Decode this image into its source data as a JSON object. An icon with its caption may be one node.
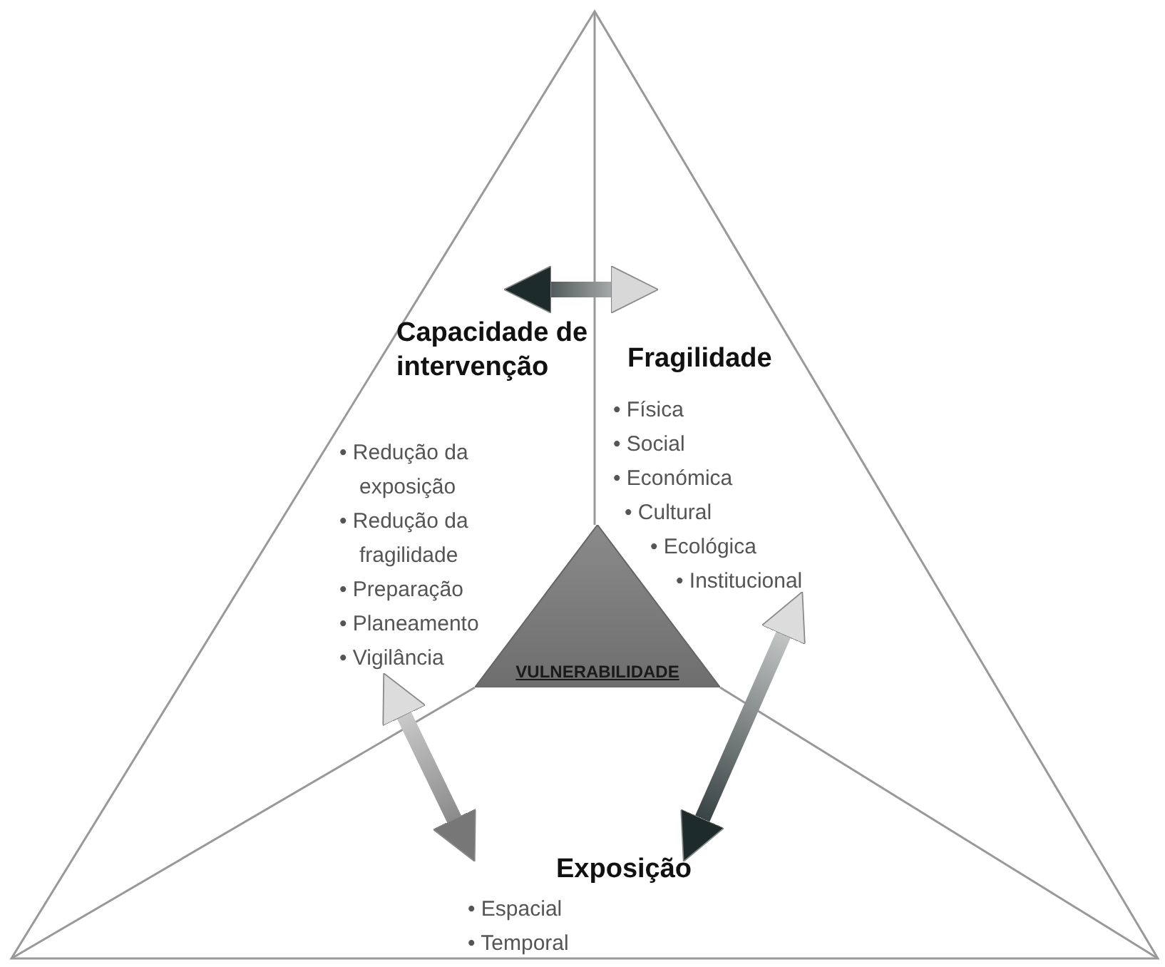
{
  "diagram": {
    "nodes": [
      {
        "text": [
          "Capacidade de intervenção",
          "• Redução da exposição",
          "• Redução da fragilidade",
          "• Preparação",
          "• Planeamento",
          "• Vigilância"
        ]
      },
      {
        "text": [
          "Fragilidade",
          "• Física",
          "• Social",
          "• Económica",
          "• Cultural",
          "• Ecológica",
          "• Institucional"
        ]
      },
      {
        "text": [
          "Exposição",
          "• Espacial",
          "• Temporal"
        ]
      },
      {
        "text": [
          "VULNERABILIDADE"
        ]
      }
    ],
    "edges": [
      {
        "from": 0,
        "to": 1,
        "arrow": "both"
      },
      {
        "from": 0,
        "to": 2,
        "arrow": "both"
      },
      {
        "from": 1,
        "to": 2,
        "arrow": "both"
      }
    ]
  }
}
